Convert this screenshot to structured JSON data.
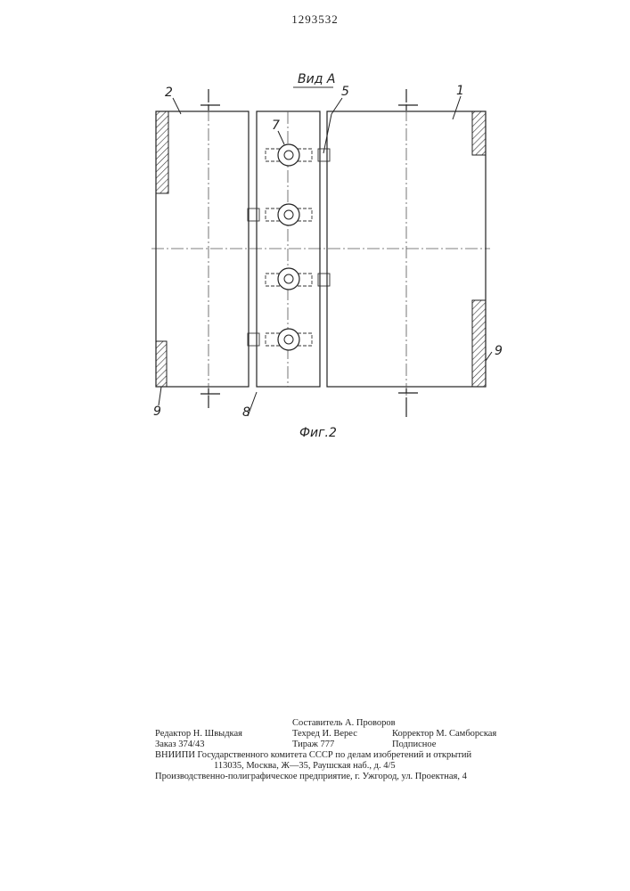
{
  "document": {
    "patent_number": "1293532"
  },
  "figure": {
    "view_label": "Вид А",
    "caption": "Фиг.2",
    "callouts": {
      "part_2": "2",
      "part_1": "1",
      "part_5": "5",
      "part_7": "7",
      "part_8": "8",
      "part_9_left": "9",
      "part_9_right": "9"
    }
  },
  "colophon": {
    "compiler": "Составитель А. Проворов",
    "editor": "Редактор Н. Швыдкая",
    "tech_editor": "Техред И. Верес",
    "corrector": "Корректор М. Самборская",
    "order": "Заказ 374/43",
    "circulation": "Тираж 777",
    "subscription": "Подписное",
    "institution": "ВНИИПИ Государственного комитета СССР по делам изобретений и открытий",
    "address": "113035, Москва, Ж—35, Раушская наб., д. 4/5",
    "printer": "Производственно-полиграфическое предприятие, г. Ужгород, ул. Проектная, 4"
  }
}
